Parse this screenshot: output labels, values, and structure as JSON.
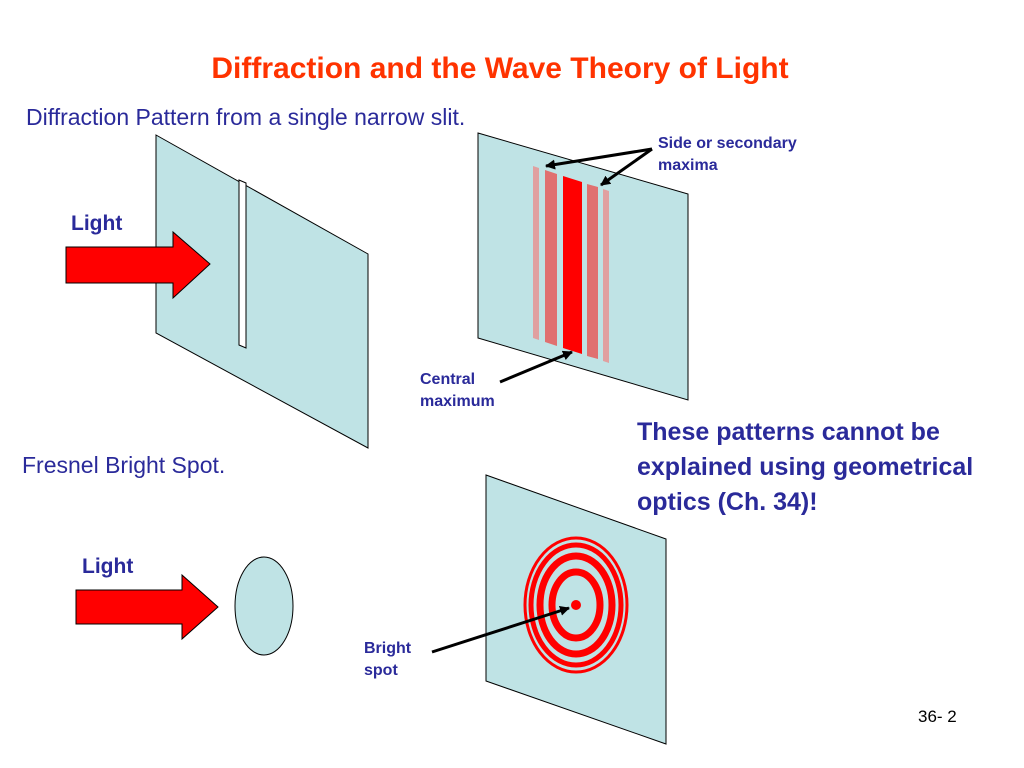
{
  "title": "Diffraction and the Wave Theory of Light",
  "sections": {
    "slit": {
      "heading": "Diffraction Pattern from a single narrow slit.",
      "light_label": "Light",
      "side_maxima_label": "Side or secondary maxima",
      "central_maximum_label": "Central maximum"
    },
    "fresnel": {
      "heading": "Fresnel Bright Spot.",
      "light_label": "Light",
      "bright_spot_label": "Bright spot"
    }
  },
  "note": "These patterns cannot be explained using geometrical optics (Ch. 34)!",
  "page_number": "36- 2",
  "colors": {
    "title": "#ff3300",
    "text": "#2a2a9a",
    "screen_fill": "#bfe3e5",
    "arrow_fill": "#ff0000",
    "fringe_central": "#ff0000",
    "fringe_side": "#e07070",
    "fringe_outer": "#e0a0a0"
  },
  "icons": {
    "light_arrow": "right-arrow-icon",
    "callout_arrow": "pointer-arrow-icon"
  }
}
